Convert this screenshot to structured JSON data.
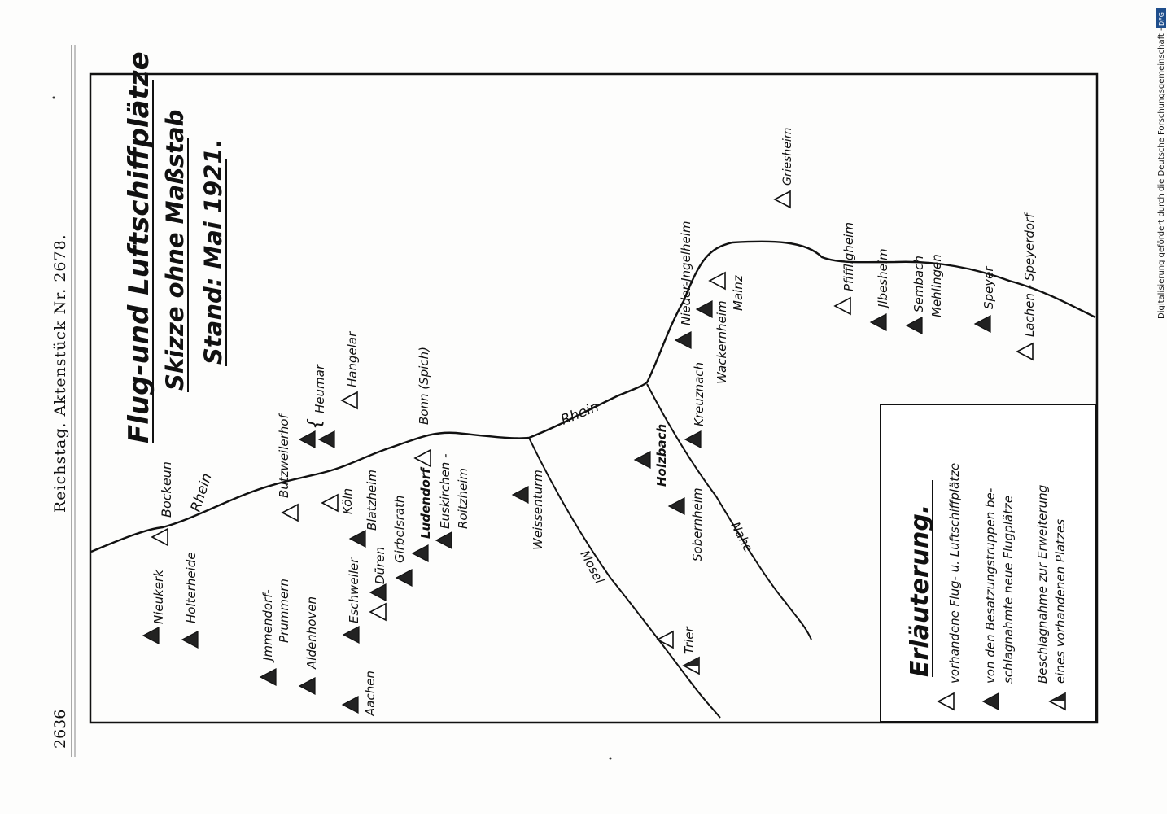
{
  "header": {
    "page_number": "2636",
    "running_title": "Reichstag. Aktenstück Nr. 2678.",
    "side_credit": "Digitalisierung gefördert durch die Deutsche Forschungsgemeinschaft -",
    "dfg_badge": "DFG"
  },
  "map": {
    "title": "Flug-und Luftschiffplätze",
    "subtitle": "Skizze ohne Maßstab",
    "date_line": "Stand: Mai 1921.",
    "rivers": {
      "rhein_1": "Rhein",
      "rhein_2": "Rhein",
      "mosel": "Mosel",
      "nahe": "Nahe"
    },
    "places": {
      "nieukerk": "Nieukerk",
      "holterheide": "Holterheide",
      "bockeun": "Bockeun",
      "jmmendorf": "Jmmendorf-",
      "prummern": "Prummern",
      "aldenhoven": "Aldenhoven",
      "aachen": "Aachen",
      "butzweilerhof": "Butzweilerhof",
      "koeln": "Köln",
      "eschweiler": "Eschweiler",
      "dueren": "Düren",
      "blatzheim": "Blatzheim",
      "girbelsrath": "Girbelsrath",
      "ludendorf": "Ludendorf",
      "euskirchen": "Euskirchen -",
      "roitzheim": "Roitzheim",
      "heumar": "Heumar",
      "hangelar": "Hangelar",
      "bonn": "Bonn (Spich)",
      "weissenturm": "Weissenturm",
      "trier": "Trier",
      "holzbach": "Holzbach",
      "sobernheim": "Sobernheim",
      "kreuznach": "Kreuznach",
      "wackernheim": "Wackernheim",
      "nieder_ingelheim": "Nieder-Jngelheim",
      "mainz": "Mainz",
      "griesheim": "Griesheim",
      "pfiffligheim": "Pfiffligheim",
      "jlbesheim": "Jlbesheim",
      "sembach": "Sembach",
      "mehlingen": "Mehlingen",
      "speyer": "Speyer",
      "lachen_speyerdorf": "Lachen - Speyerdorf"
    }
  },
  "legend": {
    "title": "Erläuterung.",
    "item_open": "vorhandene Flug- u. Luftschiffplätze",
    "item_filled_1": "von den Besatzungstruppen be-",
    "item_filled_2": "schlagnahmte neue Flugplätze",
    "item_half_1": "Beschlagnahme zur Erweiterung",
    "item_half_2": "eines vorhandenen Platzes"
  },
  "symbols": {
    "open": "open-triangle-icon",
    "filled": "filled-triangle-icon",
    "half": "half-filled-triangle-icon"
  },
  "colors": {
    "ink": "#111111",
    "paper": "#fdfdfc",
    "badge": "#1f4e8c"
  }
}
